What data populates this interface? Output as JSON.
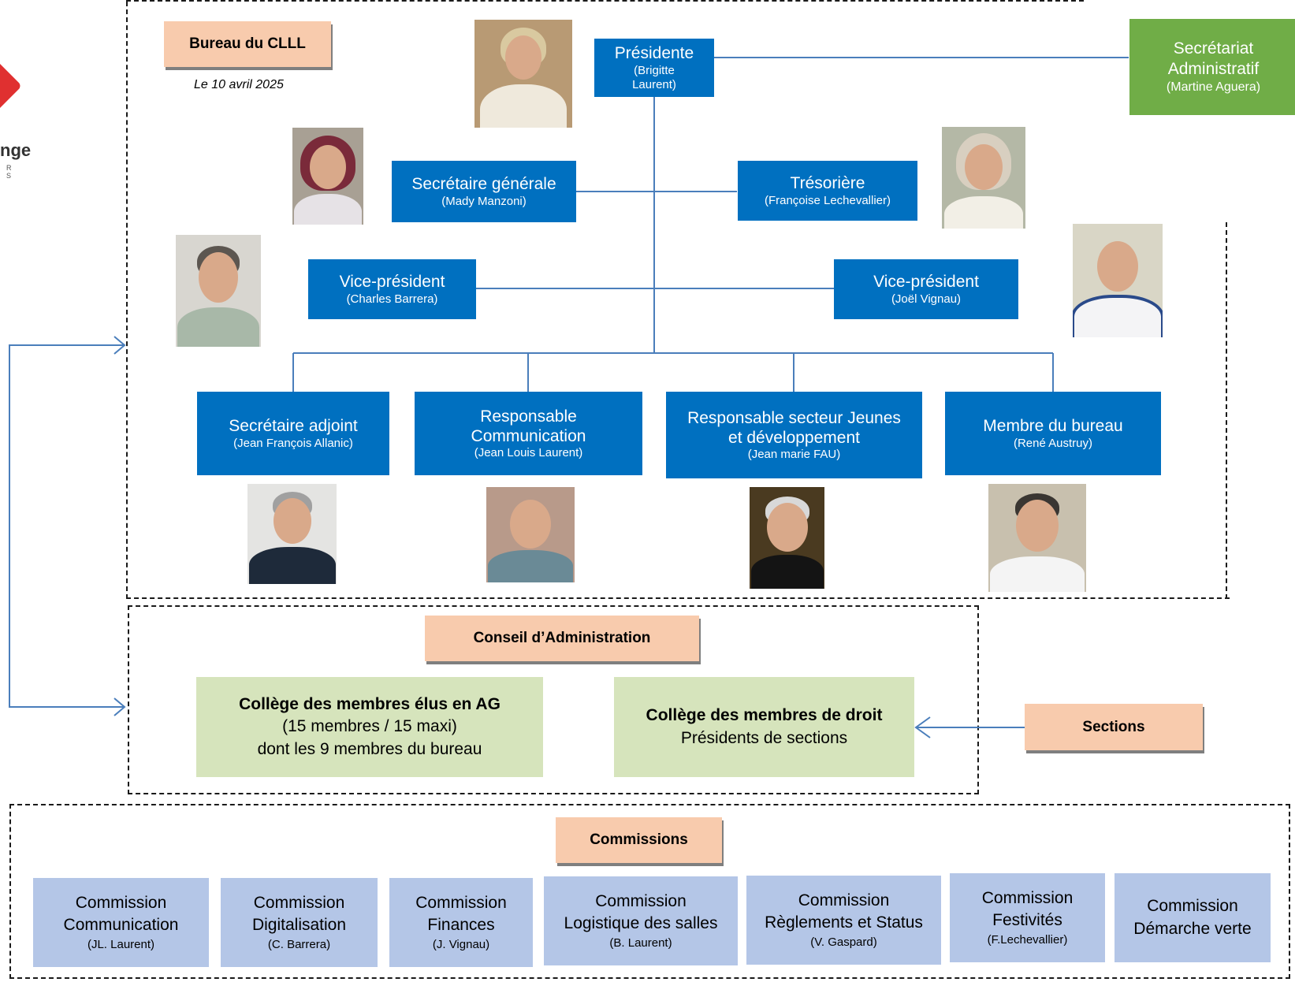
{
  "logo": {
    "text": "nge",
    "subtext": "R S",
    "color": "#e03030"
  },
  "bureau": {
    "title": "Bureau du CLLL",
    "date": "Le 10 avril 2025"
  },
  "presidente": {
    "title": "Présidente",
    "name1": "(Brigitte",
    "name2": "Laurent)"
  },
  "secretariat": {
    "title1": "Secrétariat",
    "title2": "Administratif",
    "name": "(Martine Aguera)"
  },
  "secretaire_generale": {
    "title": "Secrétaire générale",
    "name": "(Mady Manzoni)"
  },
  "tresoriere": {
    "title": "Trésorière",
    "name": "(Françoise Lechevallier)"
  },
  "vp_left": {
    "title": "Vice-président",
    "name": "(Charles Barrera)"
  },
  "vp_right": {
    "title": "Vice-président",
    "name": "(Joël Vignau)"
  },
  "bottom_roles": [
    {
      "title1": "Secrétaire adjoint",
      "title2": "",
      "name": "(Jean François Allanic)"
    },
    {
      "title1": "Responsable",
      "title2": "Communication",
      "name": "(Jean Louis Laurent)"
    },
    {
      "title1": "Responsable secteur Jeunes",
      "title2": "et développement",
      "name": "(Jean marie FAU)"
    },
    {
      "title1": "Membre du bureau",
      "title2": "",
      "name": "(René Austruy)"
    }
  ],
  "conseil": {
    "title": "Conseil d’Administration",
    "college_elus": {
      "title": "Collège des membres élus en AG",
      "line1": "(15 membres / 15 maxi)",
      "line2": "dont les 9 membres du bureau"
    },
    "college_droit": {
      "title": "Collège des membres de droit",
      "line1": "Présidents de sections"
    }
  },
  "sections": {
    "label": "Sections"
  },
  "commissions": {
    "title": "Commissions",
    "items": [
      {
        "line1": "Commission",
        "line2": "Communication",
        "name": "(JL. Laurent)"
      },
      {
        "line1": "Commission",
        "line2": "Digitalisation",
        "name": "(C. Barrera)"
      },
      {
        "line1": "Commission",
        "line2": "Finances",
        "name": "(J. Vignau)"
      },
      {
        "line1": "Commission",
        "line2": "Logistique des salles",
        "name": "(B. Laurent)"
      },
      {
        "line1": "Commission",
        "line2": "Règlements et Status",
        "name": "(V. Gaspard)"
      },
      {
        "line1": "Commission",
        "line2": "Festivités",
        "name": "(F.Lechevallier)"
      },
      {
        "line1": "Commission",
        "line2": "Démarche verte",
        "name": ""
      }
    ]
  },
  "colors": {
    "role_blue": "#0070c0",
    "peach": "#f8cbad",
    "green": "#70ad47",
    "light_green": "#d6e4bc",
    "light_blue": "#b4c6e7",
    "line": "#4a7ebb"
  }
}
